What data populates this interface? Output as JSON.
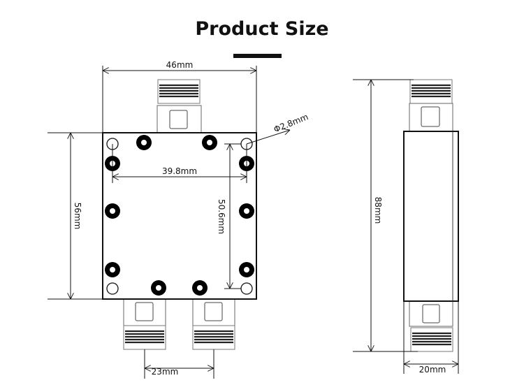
{
  "title": "Product Size",
  "dimensions": {
    "top_width": "46mm",
    "body_height": "56mm",
    "hole_spacing_horizontal": "39.8mm",
    "hole_spacing_vertical": "50.6mm",
    "hole_diameter": "Φ2.8mm",
    "connector_spacing": "23mm",
    "total_length": "88mm",
    "side_width": "20mm"
  },
  "colors": {
    "line": "#111111",
    "background": "#ffffff"
  }
}
